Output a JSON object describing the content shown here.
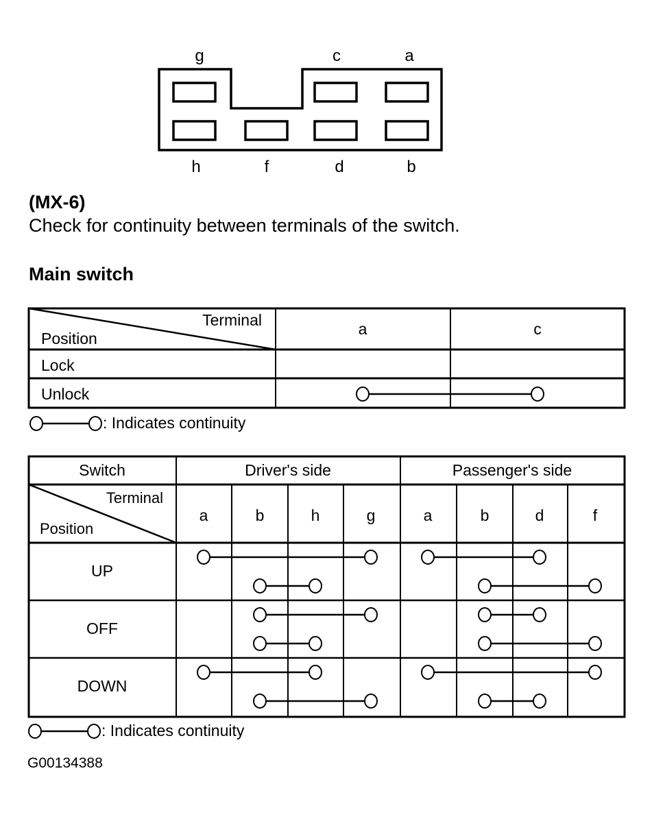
{
  "connector": {
    "top_labels": [
      "g",
      "c",
      "a"
    ],
    "bottom_labels": [
      "h",
      "f",
      "d",
      "b"
    ]
  },
  "title": "(MX-6)",
  "instruction": "Check for continuity between terminals of the switch.",
  "main_switch": {
    "heading": "Main switch",
    "corner_terminal": "Terminal",
    "corner_position": "Position",
    "terminals": [
      "a",
      "c"
    ],
    "rows": [
      {
        "position": "Lock",
        "connections": []
      },
      {
        "position": "Unlock",
        "connections": [
          [
            "a",
            "c"
          ]
        ]
      }
    ]
  },
  "legend_text": ": Indicates continuity",
  "power_window": {
    "switch_label": "Switch",
    "corner_terminal": "Terminal",
    "corner_position": "Position",
    "groups": [
      {
        "name": "Driver's side",
        "terminals": [
          "a",
          "b",
          "h",
          "g"
        ]
      },
      {
        "name": "Passenger's side",
        "terminals": [
          "a",
          "b",
          "d",
          "f"
        ]
      }
    ],
    "rows": [
      {
        "position": "UP",
        "connections": [
          {
            "group": 0,
            "from": 0,
            "to": 3,
            "line": 0
          },
          {
            "group": 0,
            "from": 1,
            "to": 2,
            "line": 1
          },
          {
            "group": 1,
            "from": 0,
            "to": 2,
            "line": 0
          },
          {
            "group": 1,
            "from": 1,
            "to": 3,
            "line": 1
          }
        ]
      },
      {
        "position": "OFF",
        "connections": [
          {
            "group": 0,
            "from": 1,
            "to": 3,
            "line": 0
          },
          {
            "group": 0,
            "from": 1,
            "to": 2,
            "line": 1
          },
          {
            "group": 1,
            "from": 1,
            "to": 2,
            "line": 0
          },
          {
            "group": 1,
            "from": 1,
            "to": 3,
            "line": 1
          }
        ]
      },
      {
        "position": "DOWN",
        "connections": [
          {
            "group": 0,
            "from": 0,
            "to": 2,
            "line": 0
          },
          {
            "group": 0,
            "from": 1,
            "to": 3,
            "line": 1
          },
          {
            "group": 1,
            "from": 0,
            "to": 3,
            "line": 0
          },
          {
            "group": 1,
            "from": 1,
            "to": 2,
            "line": 1
          }
        ]
      }
    ]
  },
  "legend_text_2": ": Indicates continuity",
  "figure_id": "G00134388"
}
